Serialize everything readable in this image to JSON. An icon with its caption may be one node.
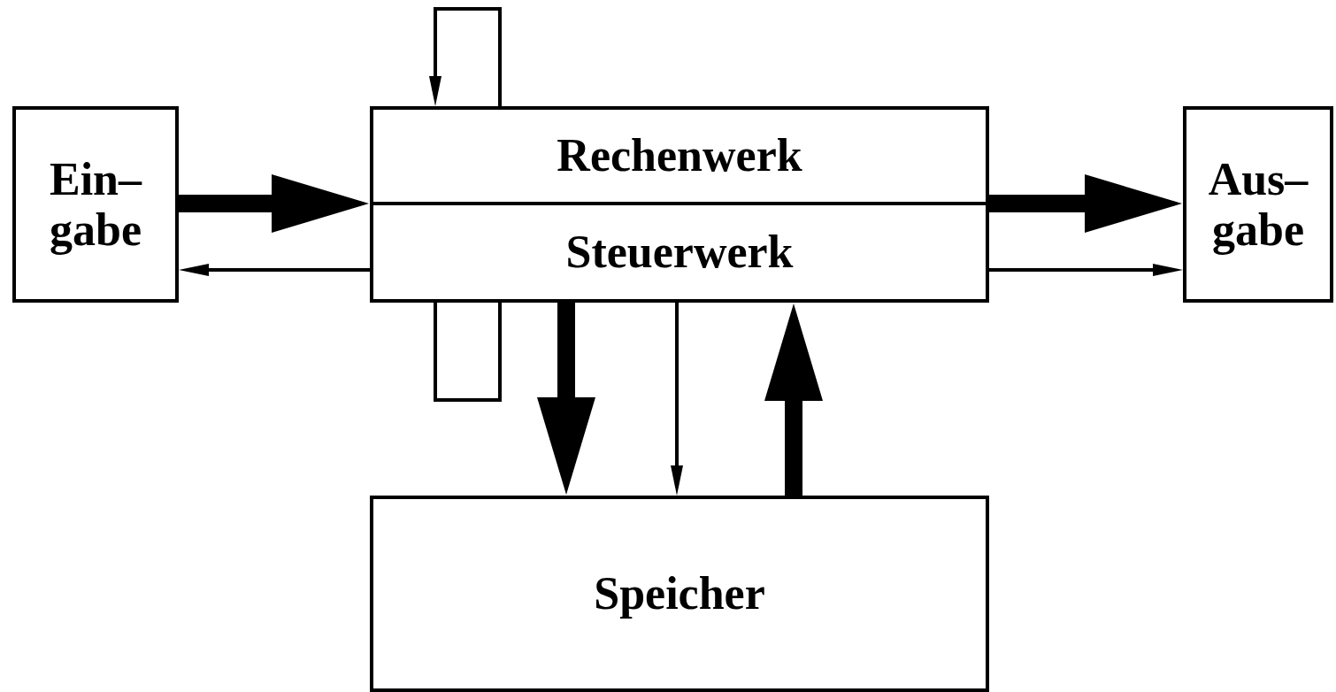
{
  "diagram": {
    "nodes": [
      {
        "text": [
          "Ein– gabe"
        ]
      },
      {
        "text": [
          "Rechenwerk"
        ]
      },
      {
        "text": [
          "Steuerwerk"
        ]
      },
      {
        "text": [
          "Aus– gabe"
        ]
      },
      {
        "text": [
          "Speicher"
        ]
      }
    ],
    "edges": [
      {
        "from": 0,
        "to": 1,
        "arrow": "to",
        "style": "thick"
      },
      {
        "from": 2,
        "to": 0,
        "arrow": "to"
      },
      {
        "from": 1,
        "to": 3,
        "arrow": "to",
        "style": "thick"
      },
      {
        "from": 2,
        "to": 3,
        "arrow": "to"
      },
      {
        "from": 1,
        "to": 1,
        "arrow": "to"
      },
      {
        "from": 2,
        "to": 2,
        "arrow": "none"
      },
      {
        "from": 2,
        "to": 4,
        "arrow": "to",
        "style": "thick"
      },
      {
        "from": 2,
        "to": 4,
        "arrow": "to"
      },
      {
        "from": 4,
        "to": 2,
        "arrow": "to",
        "style": "thick"
      }
    ]
  }
}
